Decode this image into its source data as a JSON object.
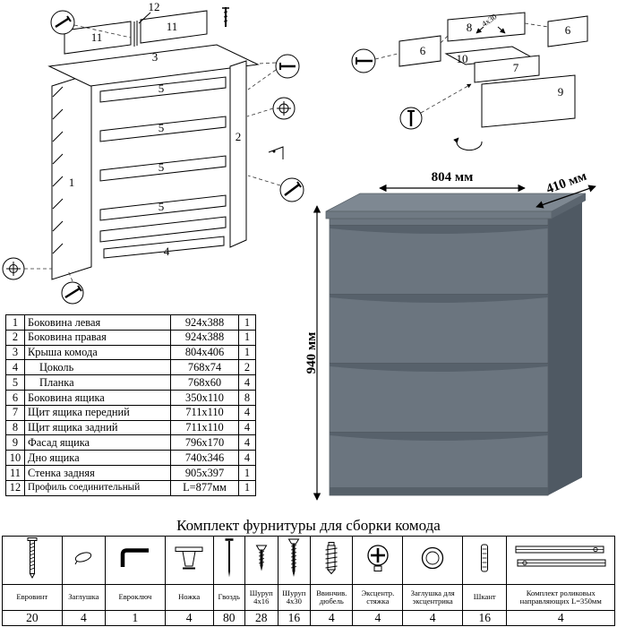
{
  "frame_diagram": {
    "labels": {
      "l12": "12",
      "l11a": "11",
      "l11b": "11",
      "l3": "3",
      "l5a": "5",
      "l5b": "5",
      "l5c": "5",
      "l5d": "5",
      "l2": "2",
      "l4": "4",
      "l1": "1"
    }
  },
  "drawer_diagram": {
    "labels": {
      "l8": "8",
      "l6a": "6",
      "l6b": "6",
      "l7": "7",
      "l10": "10",
      "l9": "9"
    },
    "annotation": "4x30"
  },
  "dimensions": {
    "width": "804 мм",
    "depth": "410 мм",
    "height": "940 мм"
  },
  "colors": {
    "dresser_front": "#6b757f",
    "dresser_top": "#7e8892",
    "dresser_side": "#4f5963"
  },
  "parts_table": {
    "rows": [
      {
        "num": "1",
        "name": "Боковина левая",
        "size": "924x388",
        "qty": "1"
      },
      {
        "num": "2",
        "name": "Боковина правая",
        "size": "924x388",
        "qty": "1"
      },
      {
        "num": "3",
        "name": "Крыша комода",
        "size": "804x406",
        "qty": "1"
      },
      {
        "num": "4",
        "name": "Цоколь",
        "size": "768x74",
        "qty": "2"
      },
      {
        "num": "5",
        "name": "Планка",
        "size": "768x60",
        "qty": "4"
      },
      {
        "num": "6",
        "name": "Боковина ящика",
        "size": "350x110",
        "qty": "8"
      },
      {
        "num": "7",
        "name": "Щит ящика передний",
        "size": "711x110",
        "qty": "4"
      },
      {
        "num": "8",
        "name": "Щит ящика задний",
        "size": "711x110",
        "qty": "4"
      },
      {
        "num": "9",
        "name": "Фасад ящика",
        "size": "796x170",
        "qty": "4"
      },
      {
        "num": "10",
        "name": "Дно ящика",
        "size": "740x346",
        "qty": "4"
      },
      {
        "num": "11",
        "name": "Стенка задняя",
        "size": "905x397",
        "qty": "1"
      },
      {
        "num": "12",
        "name": "Профиль соединительный",
        "size": "L=877мм",
        "qty": "1"
      }
    ]
  },
  "hardware": {
    "title": "Комплект фурнитуры для сборки комода",
    "items": [
      {
        "name": "Евровинт",
        "qty": "20",
        "icon": "euroscrew-icon"
      },
      {
        "name": "Заглушка",
        "qty": "4",
        "icon": "plug-icon"
      },
      {
        "name": "Евроключ",
        "qty": "1",
        "icon": "hex-key-icon"
      },
      {
        "name": "Ножка",
        "qty": "4",
        "icon": "leg-icon"
      },
      {
        "name": "Гвоздь",
        "qty": "80",
        "icon": "nail-icon"
      },
      {
        "name": "Шуруп 4x16",
        "qty": "28",
        "icon": "screw-4x16-icon"
      },
      {
        "name": "Шуруп 4x30",
        "qty": "16",
        "icon": "screw-4x30-icon"
      },
      {
        "name": "Ввинчив. дюбель",
        "qty": "4",
        "icon": "insert-dowel-icon"
      },
      {
        "name": "Эксцентр. стяжка",
        "qty": "4",
        "icon": "cam-lock-icon"
      },
      {
        "name": "Заглушка для эксцентрика",
        "qty": "4",
        "icon": "cam-cover-icon"
      },
      {
        "name": "Шкант",
        "qty": "16",
        "icon": "wood-dowel-icon"
      },
      {
        "name": "Комплект роликовых направляющих L=350мм",
        "qty": "4",
        "icon": "roller-guides-icon"
      }
    ]
  }
}
